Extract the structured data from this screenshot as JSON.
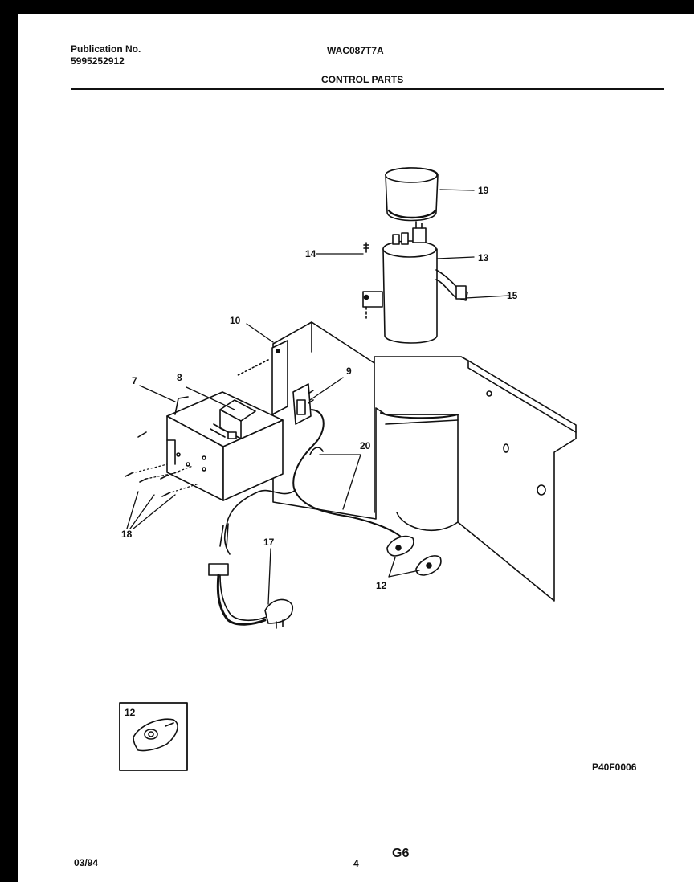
{
  "header": {
    "publication_label": "Publication No.",
    "publication_number": "5995252912",
    "model": "WAC087T7A",
    "section_title": "CONTROL PARTS"
  },
  "callouts": [
    "19",
    "14",
    "13",
    "15",
    "10",
    "9",
    "7",
    "8",
    "20",
    "18",
    "17",
    "12"
  ],
  "inset": {
    "label": "12"
  },
  "figure_code": "P40F0006",
  "footer": {
    "date": "03/94",
    "page": "4",
    "section_code": "G6"
  }
}
